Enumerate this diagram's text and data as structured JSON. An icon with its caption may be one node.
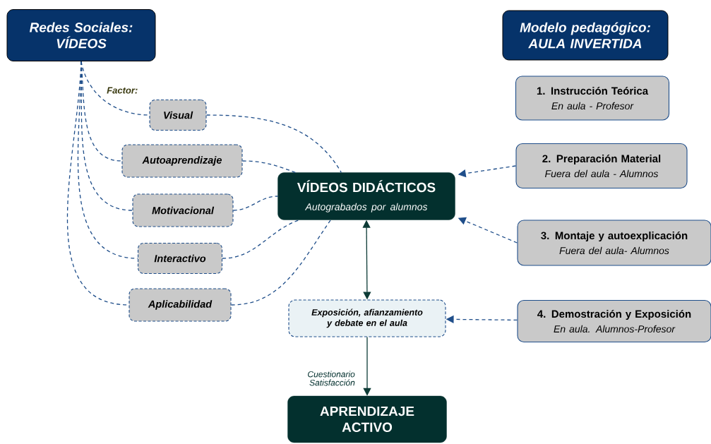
{
  "diagram": {
    "nodes": [
      {
        "text": [
          "Redes Sociales: VÍDEOS"
        ]
      },
      {
        "text": [
          "Visual"
        ]
      },
      {
        "text": [
          "Autoaprendizaje"
        ]
      },
      {
        "text": [
          "Motivacional"
        ]
      },
      {
        "text": [
          "Interactivo"
        ]
      },
      {
        "text": [
          "Aplicabilidad"
        ]
      },
      {
        "text": [
          "VÍDEOS DIDÁCTICOS",
          "Autograbados por alumnos"
        ]
      },
      {
        "text": [
          "Exposición, afianzamiento y debate en el aula"
        ]
      },
      {
        "text": [
          "APRENDIZAJE ACTIVO"
        ]
      },
      {
        "text": [
          "Modelo pedagógico: AULA INVERTIDA"
        ]
      },
      {
        "text": [
          "1. Instrucción Teórica",
          "En aula - Profesor"
        ]
      },
      {
        "text": [
          "2. Preparación Material",
          "Fuera del aula - Alumnos"
        ]
      },
      {
        "text": [
          "3. Montaje y autoexplicación",
          "Fuera del aula- Alumnos"
        ]
      },
      {
        "text": [
          "4. Demostración y Exposición",
          "En aula. Alumnos-Profesor"
        ]
      }
    ],
    "edges": [
      {
        "from": 0,
        "to": 1,
        "arrow": "none",
        "style": "dashed"
      },
      {
        "from": 0,
        "to": 2,
        "arrow": "none",
        "style": "dashed"
      },
      {
        "from": 0,
        "to": 3,
        "arrow": "none",
        "style": "dashed"
      },
      {
        "from": 0,
        "to": 4,
        "arrow": "none",
        "style": "dashed"
      },
      {
        "from": 0,
        "to": 5,
        "arrow": "none",
        "style": "dashed"
      },
      {
        "from": 1,
        "to": 6,
        "arrow": "none",
        "style": "dashed"
      },
      {
        "from": 2,
        "to": 6,
        "arrow": "none",
        "style": "dashed"
      },
      {
        "from": 3,
        "to": 6,
        "arrow": "none",
        "style": "dashed"
      },
      {
        "from": 4,
        "to": 6,
        "arrow": "none",
        "style": "dashed"
      },
      {
        "from": 5,
        "to": 6,
        "arrow": "none",
        "style": "dashed"
      },
      {
        "from": 11,
        "to": 6,
        "arrow": "to",
        "style": "dashed"
      },
      {
        "from": 12,
        "to": 6,
        "arrow": "to",
        "style": "dashed"
      },
      {
        "from": 13,
        "to": 7,
        "arrow": "to",
        "style": "dashed"
      },
      {
        "from": 6,
        "to": 7,
        "arrow": "both",
        "color": "#0d3b36"
      },
      {
        "from": 7,
        "to": 8,
        "arrow": "to",
        "label": "Cuestionario Satisfacción",
        "color": "#0d3b36"
      }
    ],
    "labels": [
      "Factor:"
    ]
  }
}
